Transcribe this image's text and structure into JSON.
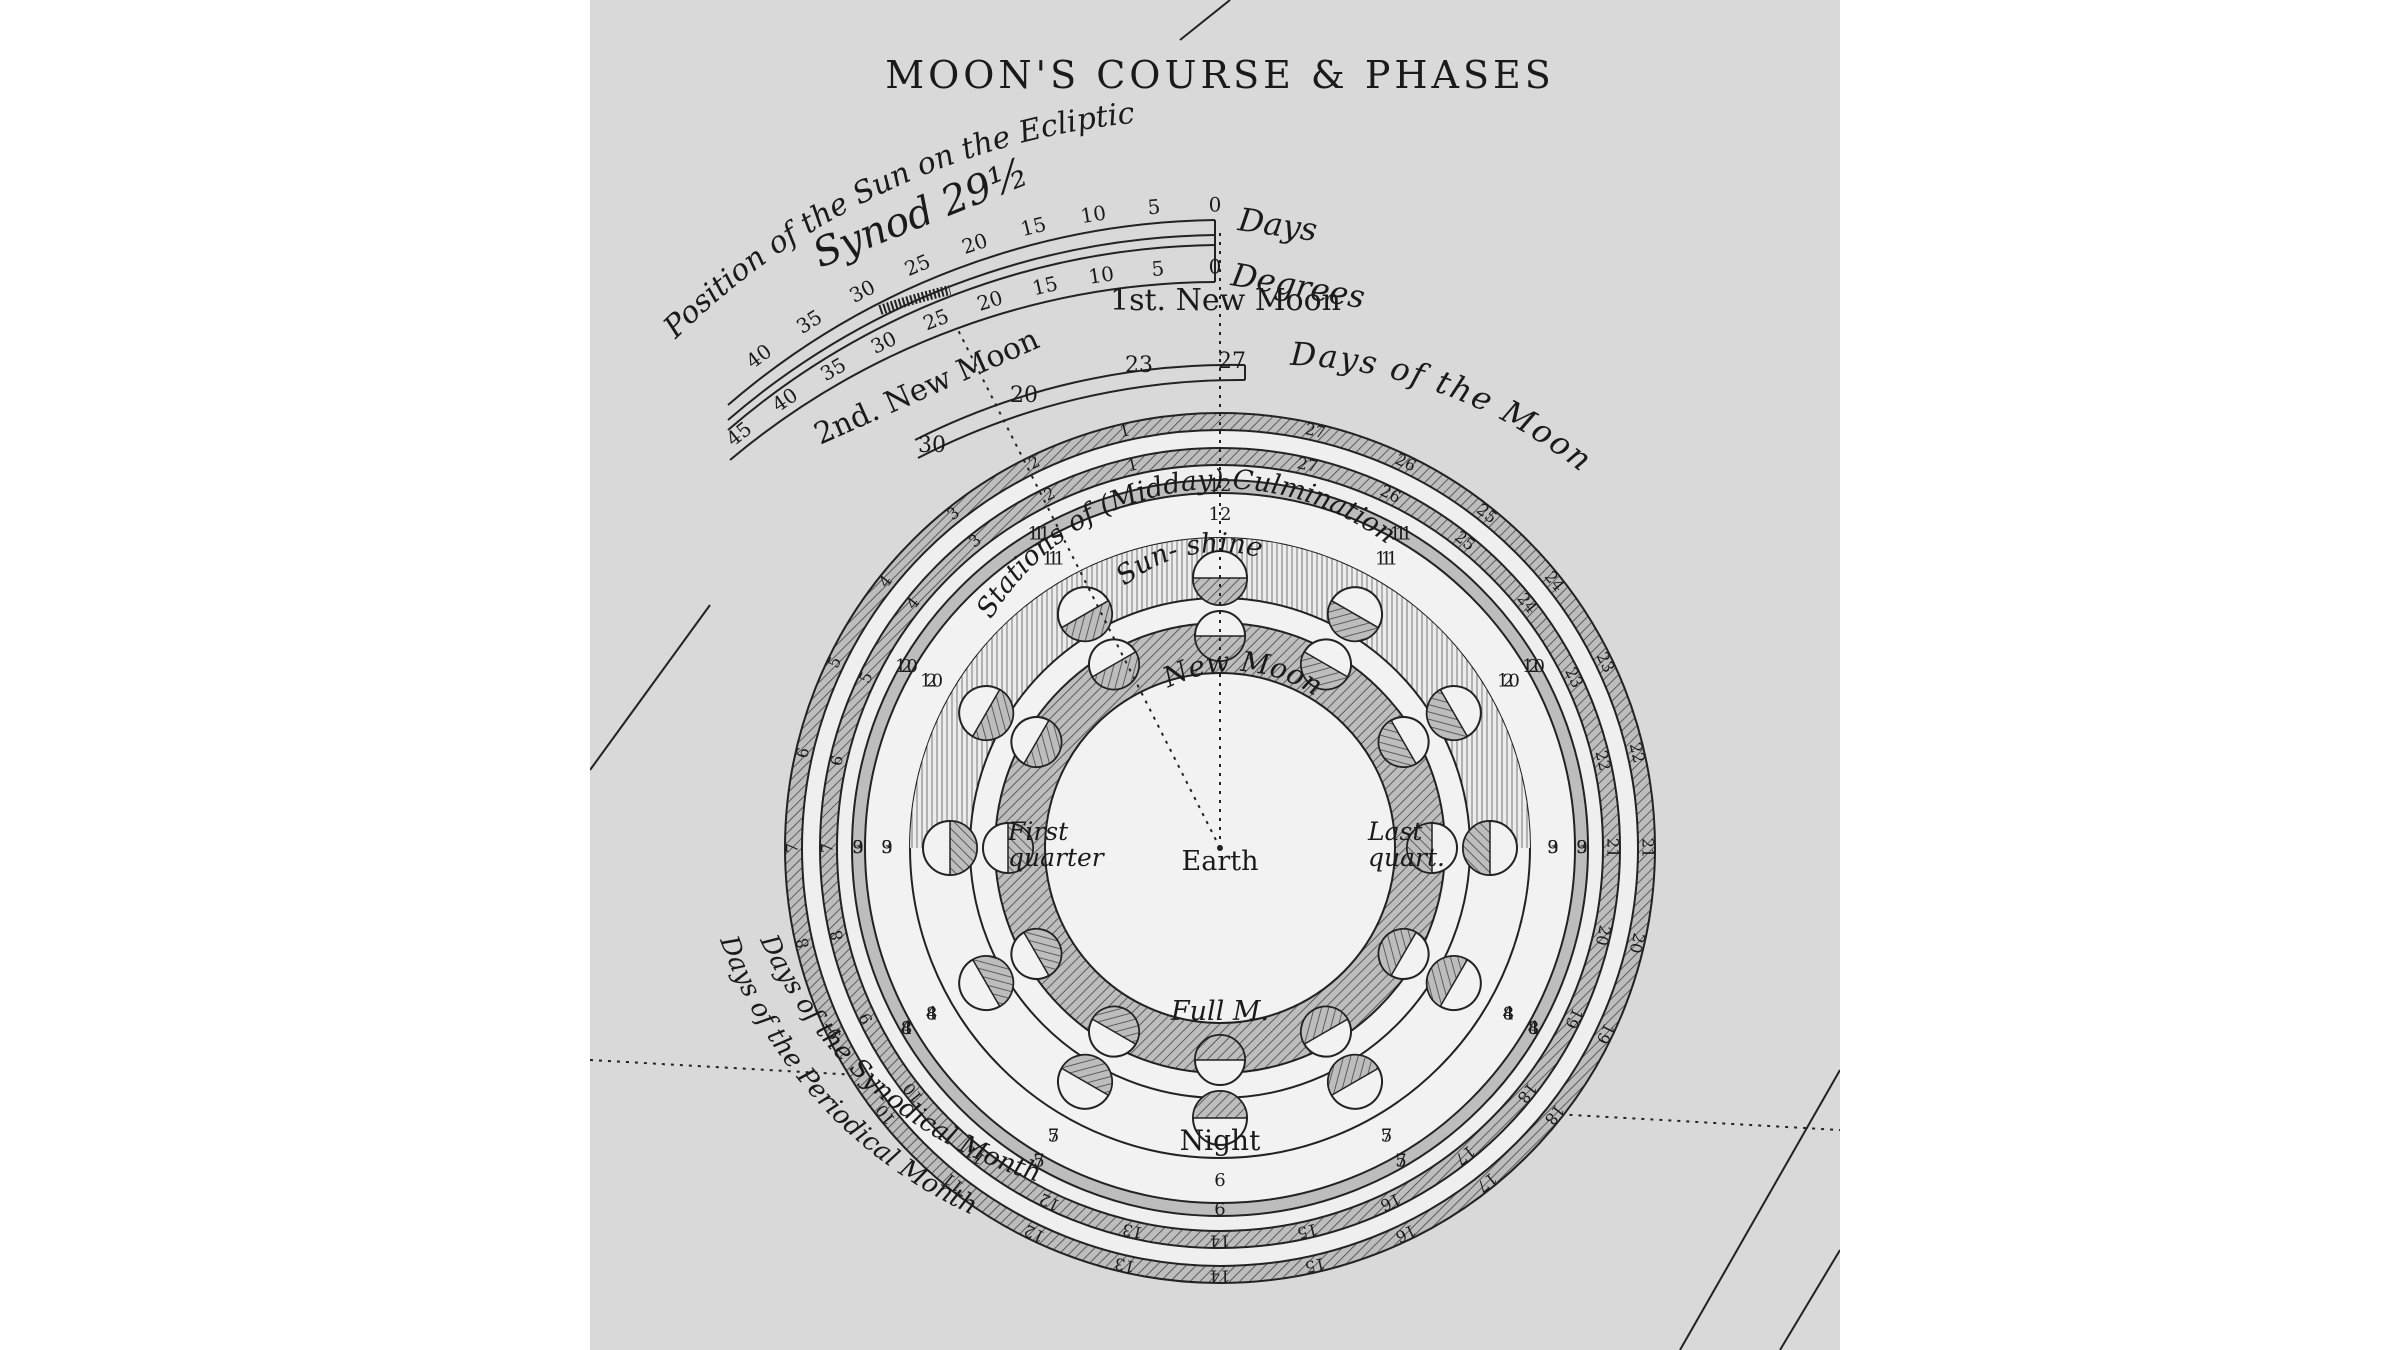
{
  "title": "MOON'S COURSE & PHASES",
  "ecliptic": {
    "heading": "Position of the Sun on the Ecliptic",
    "synod": "Synod 29½",
    "days_label": "Days",
    "degrees_label": "Degrees",
    "days_ticks": [
      "0",
      "5",
      "10",
      "15",
      "20",
      "25",
      "30",
      "35",
      "40"
    ],
    "degree_ticks": [
      "0",
      "5",
      "10",
      "15",
      "20",
      "25",
      "30",
      "35",
      "40",
      "45"
    ],
    "first_new_moon": "1st. New Moon",
    "second_new_moon": "2nd. New Moon"
  },
  "moon_days_scale": {
    "label": "Days of the Moon",
    "ticks": [
      "30",
      "20",
      "23",
      "27"
    ]
  },
  "rings": {
    "synodical_label": "Days of the Synodical Month",
    "periodical_label": "Days of the Periodical Month",
    "outer_numbers": [
      "1",
      "2",
      "3",
      "4",
      "5",
      "6",
      "7",
      "8",
      "9",
      "10",
      "11",
      "12",
      "13",
      "14",
      "15",
      "16",
      "17",
      "18",
      "19",
      "20",
      "21",
      "22",
      "23",
      "24",
      "25",
      "26",
      "27"
    ],
    "hours": [
      "12",
      "1",
      "2",
      "3",
      "4",
      "5",
      "6",
      "7",
      "8",
      "9",
      "10",
      "11"
    ]
  },
  "labels": {
    "stations": "Stations of",
    "midday": "Midday",
    "culmination": "Culmination",
    "sun": "Sun-",
    "shine": "shine",
    "new_moon": "New Moon",
    "first": "First",
    "quarter": "quarter",
    "last": "Last",
    "quart": "quart.",
    "earth": "Earth",
    "full_moon": "Full M.",
    "night": "Night"
  },
  "colors": {
    "plate": "#d9d9d9",
    "ink": "#1a1a1a",
    "paper": "#f2f2f2"
  }
}
